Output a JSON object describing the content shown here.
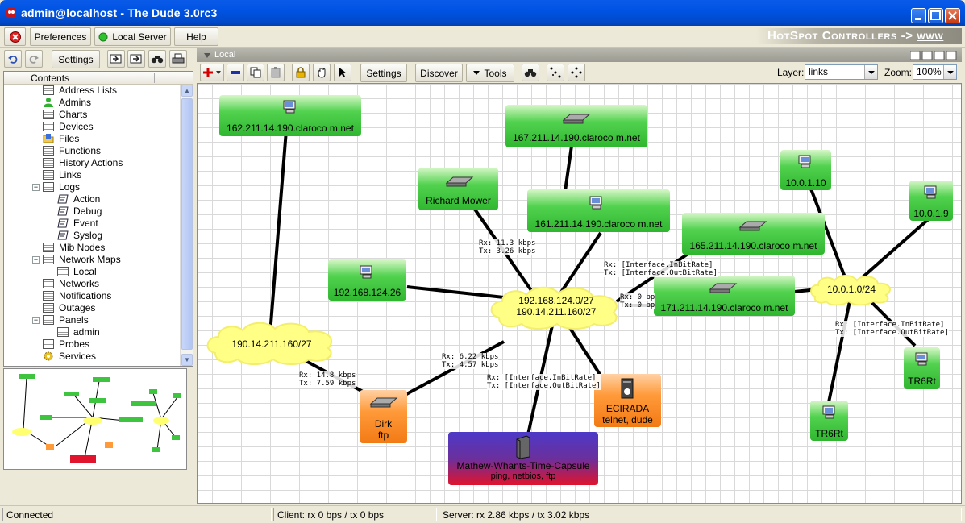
{
  "window": {
    "title": "admin@localhost - The Dude 3.0rc3"
  },
  "toprow": {
    "preferences": "Preferences",
    "local_server": "Local Server",
    "help": "Help",
    "banner": "HotSpot Controllers ->",
    "banner_link": "www"
  },
  "toolbar": {
    "settings": "Settings"
  },
  "tree": {
    "header": "Contents",
    "items": [
      {
        "label": "Address Lists"
      },
      {
        "label": "Admins"
      },
      {
        "label": "Charts"
      },
      {
        "label": "Devices"
      },
      {
        "label": "Files"
      },
      {
        "label": "Functions"
      },
      {
        "label": "History Actions"
      },
      {
        "label": "Links"
      },
      {
        "label": "Logs"
      },
      {
        "label": "Action"
      },
      {
        "label": "Debug"
      },
      {
        "label": "Event"
      },
      {
        "label": "Syslog"
      },
      {
        "label": "Mib Nodes"
      },
      {
        "label": "Network Maps"
      },
      {
        "label": "Local"
      },
      {
        "label": "Networks"
      },
      {
        "label": "Notifications"
      },
      {
        "label": "Outages"
      },
      {
        "label": "Panels"
      },
      {
        "label": "admin"
      },
      {
        "label": "Probes"
      },
      {
        "label": "Services"
      }
    ]
  },
  "map": {
    "tab_title": "Local",
    "settings": "Settings",
    "discover": "Discover",
    "tools": "Tools",
    "layer_label": "Layer:",
    "layer_value": "links",
    "zoom_label": "Zoom:",
    "zoom_value": "100%",
    "nodes": {
      "n162": "162.211.14.190.claroco m.net",
      "n167": "167.211.14.190.claroco m.net",
      "richard": "Richard Mower",
      "n161": "161.211.14.190.claroco m.net",
      "n165": "165.211.14.190.claroco m.net",
      "n192": "192.168.124.26",
      "n171": "171.211.14.190.claroco m.net",
      "n10_10": "10.0.1.10",
      "n10_9": "10.0.1.9",
      "tr6rt_a": "TR6Rt",
      "tr6rt_b": "TR6Rt",
      "dirk": "Dirk",
      "dirk_svc": "ftp",
      "ecirada": "ECIRADA",
      "ecirada_svc": "telnet, dude",
      "mathew": "Mathew-Whants-Time-Capsule",
      "mathew_svc": "ping, netbios, ftp"
    },
    "clouds": {
      "main_l1": "192.168.124.0/27",
      "main_l2": "190.14.211.160/27",
      "left": "190.14.211.160/27",
      "right": "10.0.1.0/24"
    },
    "links": {
      "richard": [
        "Rx: 11.3 kbps",
        "Tx: 3.26 kbps"
      ],
      "n165": [
        "Rx: [Interface.InBitRate]",
        "Tx: [Interface.OutBitRate]"
      ],
      "n171": [
        "Rx: 0 bp",
        "Tx: 0 bp"
      ],
      "dirk_main": [
        "Rx: 6.22 kbps",
        "Tx: 4.57 kbps"
      ],
      "mathew": [
        "Rx: [Interface.InBitRate]",
        "Tx: [Interface.OutBitRate]"
      ],
      "dirk_left": [
        "Rx: 14.8 kbps",
        "Tx: 7.59 kbps"
      ],
      "tr6rt": [
        "Rx: [Interface.InBitRate]",
        "Tx: [Interface.OutBitRate]"
      ]
    }
  },
  "status": {
    "connection": "Connected",
    "client": "Client: rx 0 bps / tx 0 bps",
    "server": "Server: rx 2.86 kbps / tx 3.02 kbps"
  },
  "colors": {
    "titlebar": "#0054e3",
    "node_green": "#52d24f",
    "node_orange": "#ff9a3a",
    "cloud": "#ffff88"
  }
}
